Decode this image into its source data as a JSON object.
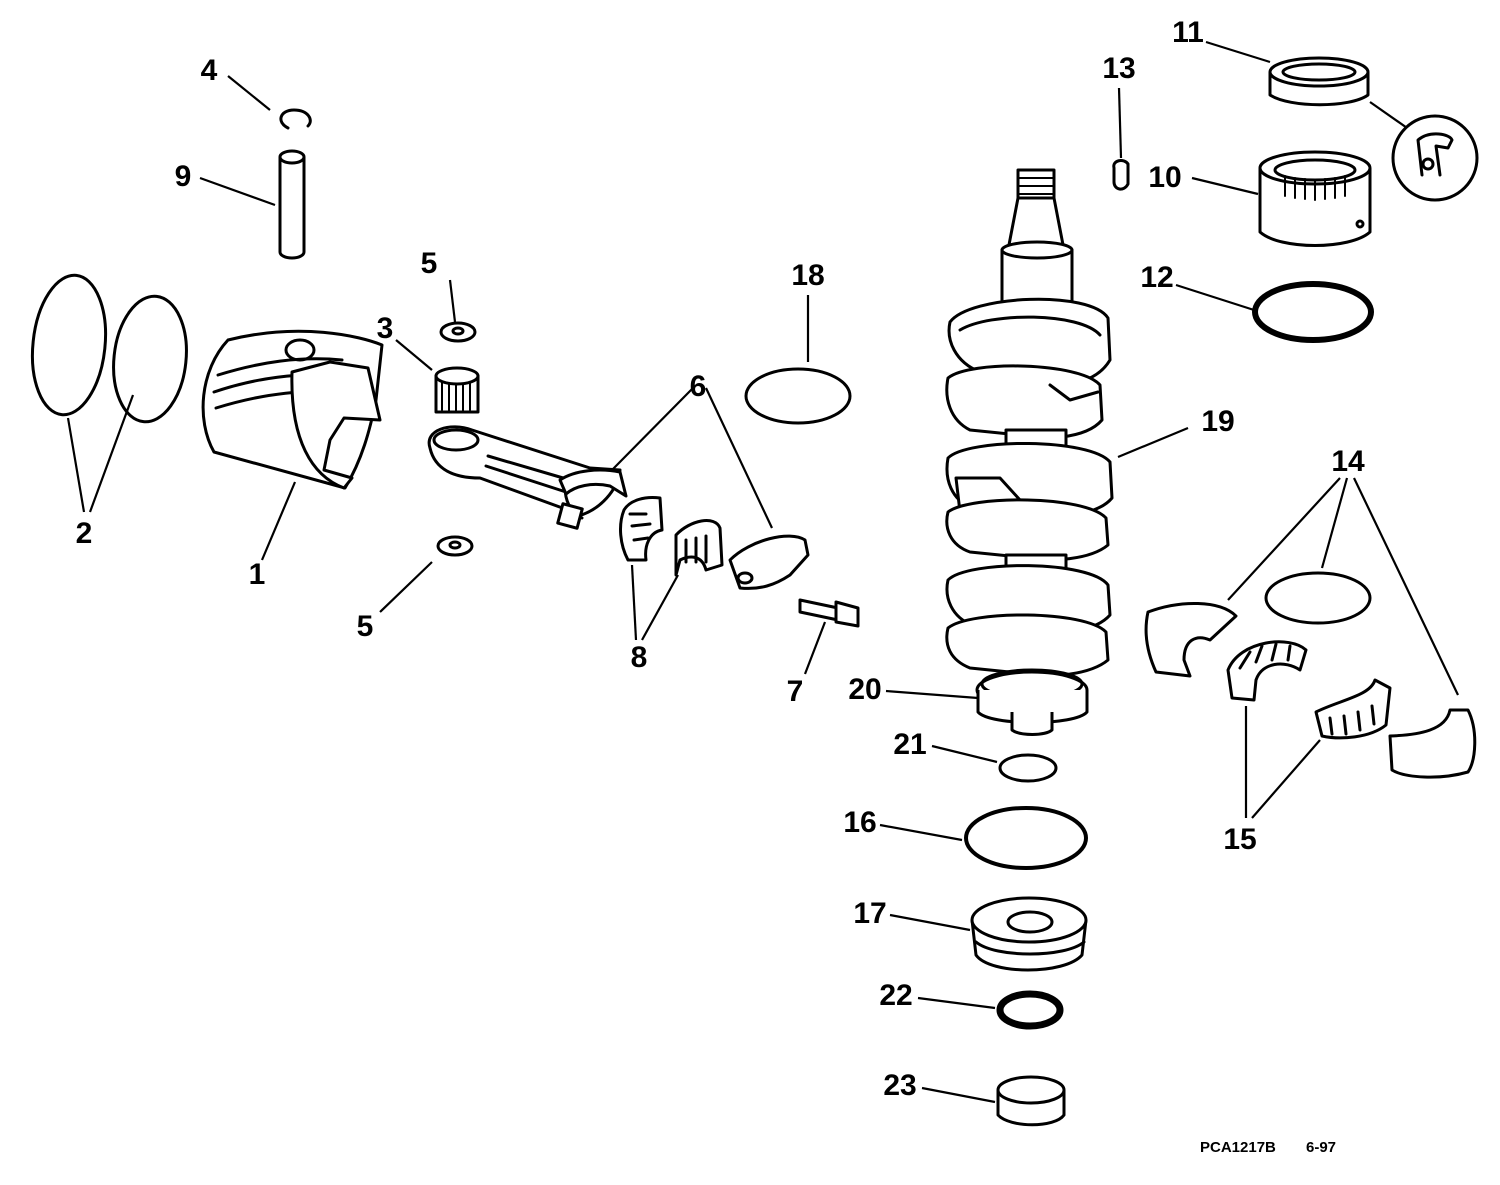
{
  "callouts": {
    "c1": "1",
    "c2": "2",
    "c3": "3",
    "c4": "4",
    "c5a": "5",
    "c5b": "5",
    "c6": "6",
    "c7": "7",
    "c8": "8",
    "c9": "9",
    "c10": "10",
    "c11": "11",
    "c12": "12",
    "c13": "13",
    "c14": "14",
    "c15": "15",
    "c16": "16",
    "c17": "17",
    "c18": "18",
    "c19": "19",
    "c20": "20",
    "c21": "21",
    "c22": "22",
    "c23": "23"
  },
  "footer": {
    "code": "PCA1217B",
    "date": "6-97"
  }
}
